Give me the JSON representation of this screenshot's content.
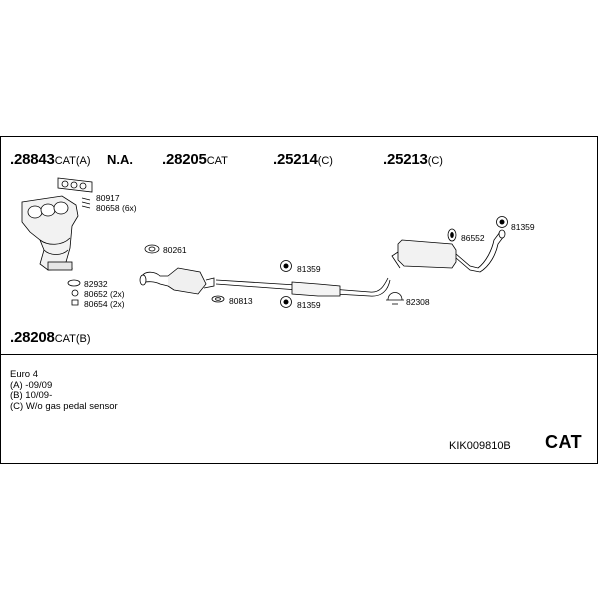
{
  "headers": {
    "p1_num": ".28843",
    "p1_suffix": "CAT(A)",
    "na": "N.A.",
    "p2_num": ".28205",
    "p2_suffix": "CAT",
    "p3_num": ".25214",
    "p3_suffix": "(C)",
    "p4_num": ".25213",
    "p4_suffix": "(C)",
    "p5_num": ".28208",
    "p5_suffix": "CAT(B)"
  },
  "labels": {
    "l80917": "80917",
    "l80658": "80658 (6x)",
    "l82932": "82932",
    "l80652": "80652 (2x)",
    "l80654": "80654 (2x)",
    "l80261": "80261",
    "l80813": "80813",
    "l81359a": "81359",
    "l81359b": "81359",
    "l82308": "82308",
    "l86552": "86552",
    "l81359c": "81359"
  },
  "notes": {
    "line1": "Euro 4",
    "line2": "(A) -09/09",
    "line3": "(B) 10/09-",
    "line4": "(C) W/o gas pedal sensor"
  },
  "footer": {
    "code": "KIK009810B",
    "category": "CAT"
  }
}
